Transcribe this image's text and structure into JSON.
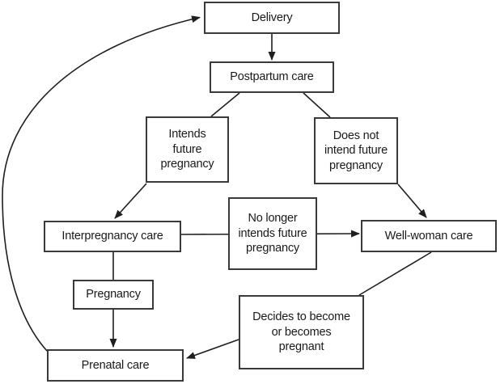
{
  "diagram": {
    "background_color": "#ffffff",
    "box_border_color": "#3a3a3a",
    "line_color": "#1f1f1f",
    "text_color": "#1a1a1a",
    "nodes": {
      "delivery": {
        "label": "Delivery"
      },
      "postpartum": {
        "label": "Postpartum care"
      },
      "intends": {
        "label": "Intends\nfuture\npregnancy"
      },
      "does_not_intend": {
        "label": "Does not\nintend future\npregnancy"
      },
      "interpregnancy": {
        "label": "Interpregnancy care"
      },
      "no_longer": {
        "label": "No longer\nintends future\npregnancy"
      },
      "well_woman": {
        "label": "Well-woman care"
      },
      "pregnancy": {
        "label": "Pregnancy"
      },
      "decides": {
        "label": "Decides to become\nor becomes\npregnant"
      },
      "prenatal": {
        "label": "Prenatal care"
      }
    },
    "edges": [
      {
        "from": "Delivery",
        "to": "Postpartum care",
        "arrow": true
      },
      {
        "from": "Postpartum care",
        "to": "Intends future pregnancy",
        "arrow": false
      },
      {
        "from": "Postpartum care",
        "to": "Does not intend future pregnancy",
        "arrow": false
      },
      {
        "from": "Intends future pregnancy",
        "to": "Interpregnancy care",
        "arrow": true
      },
      {
        "from": "Does not intend future pregnancy",
        "to": "Well-woman care",
        "arrow": true
      },
      {
        "from": "Interpregnancy care",
        "to": "Well-woman care",
        "via": "No longer intends future pregnancy",
        "arrow": true
      },
      {
        "from": "Interpregnancy care",
        "to": "Pregnancy",
        "arrow": false
      },
      {
        "from": "Pregnancy",
        "to": "Prenatal care",
        "arrow": true
      },
      {
        "from": "Well-woman care",
        "to": "Decides to become or becomes pregnant",
        "arrow": false
      },
      {
        "from": "Decides to become or becomes pregnant",
        "to": "Prenatal care",
        "arrow": true
      },
      {
        "from": "Prenatal care",
        "to": "Delivery",
        "arrow": true,
        "style": "curved-left"
      }
    ]
  }
}
